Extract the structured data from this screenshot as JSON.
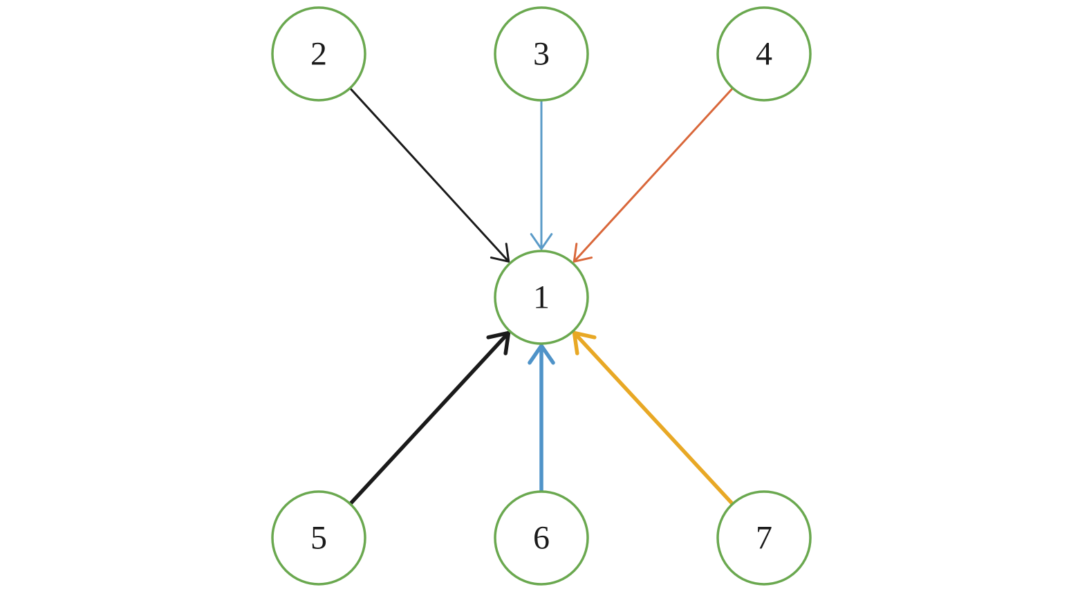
{
  "nodes": [
    {
      "id": "1",
      "label": "1"
    },
    {
      "id": "2",
      "label": "2"
    },
    {
      "id": "3",
      "label": "3"
    },
    {
      "id": "4",
      "label": "4"
    },
    {
      "id": "5",
      "label": "5"
    },
    {
      "id": "6",
      "label": "6"
    },
    {
      "id": "7",
      "label": "7"
    }
  ],
  "edges": [
    {
      "from": "2",
      "to": "1",
      "color": "#1a1a1a",
      "style": "thin"
    },
    {
      "from": "3",
      "to": "1",
      "color": "#5b9bc8",
      "style": "thin"
    },
    {
      "from": "4",
      "to": "1",
      "color": "#d9673a",
      "style": "thin"
    },
    {
      "from": "5",
      "to": "1",
      "color": "#1a1a1a",
      "style": "thick"
    },
    {
      "from": "6",
      "to": "1",
      "color": "#4f93c8",
      "style": "thick"
    },
    {
      "from": "7",
      "to": "1",
      "color": "#e8a825",
      "style": "thick"
    }
  ],
  "colors": {
    "node_border": "#6aa84f",
    "label": "#1a1a1a"
  }
}
